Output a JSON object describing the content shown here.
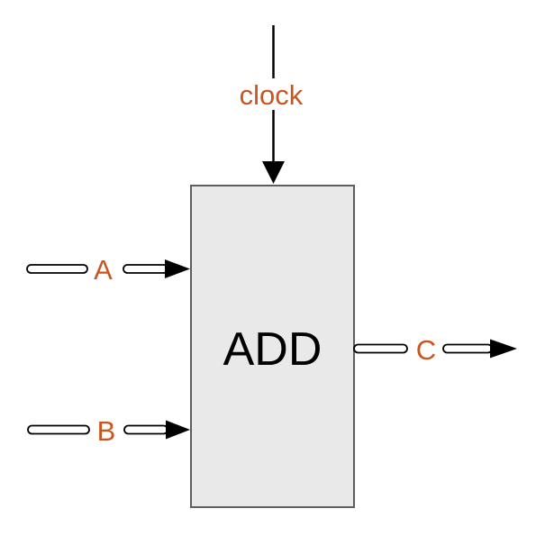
{
  "diagram": {
    "block": {
      "label": "ADD"
    },
    "ports": {
      "clock": {
        "label": "clock",
        "direction": "input"
      },
      "a": {
        "label": "A",
        "direction": "input"
      },
      "b": {
        "label": "B",
        "direction": "input"
      },
      "c": {
        "label": "C",
        "direction": "output"
      }
    },
    "colors": {
      "background": "#ffffff",
      "accent_text": "#c9561f",
      "block_fill": "#e9e9e9",
      "block_border": "#5e5e5e",
      "wire": "#000000"
    }
  }
}
